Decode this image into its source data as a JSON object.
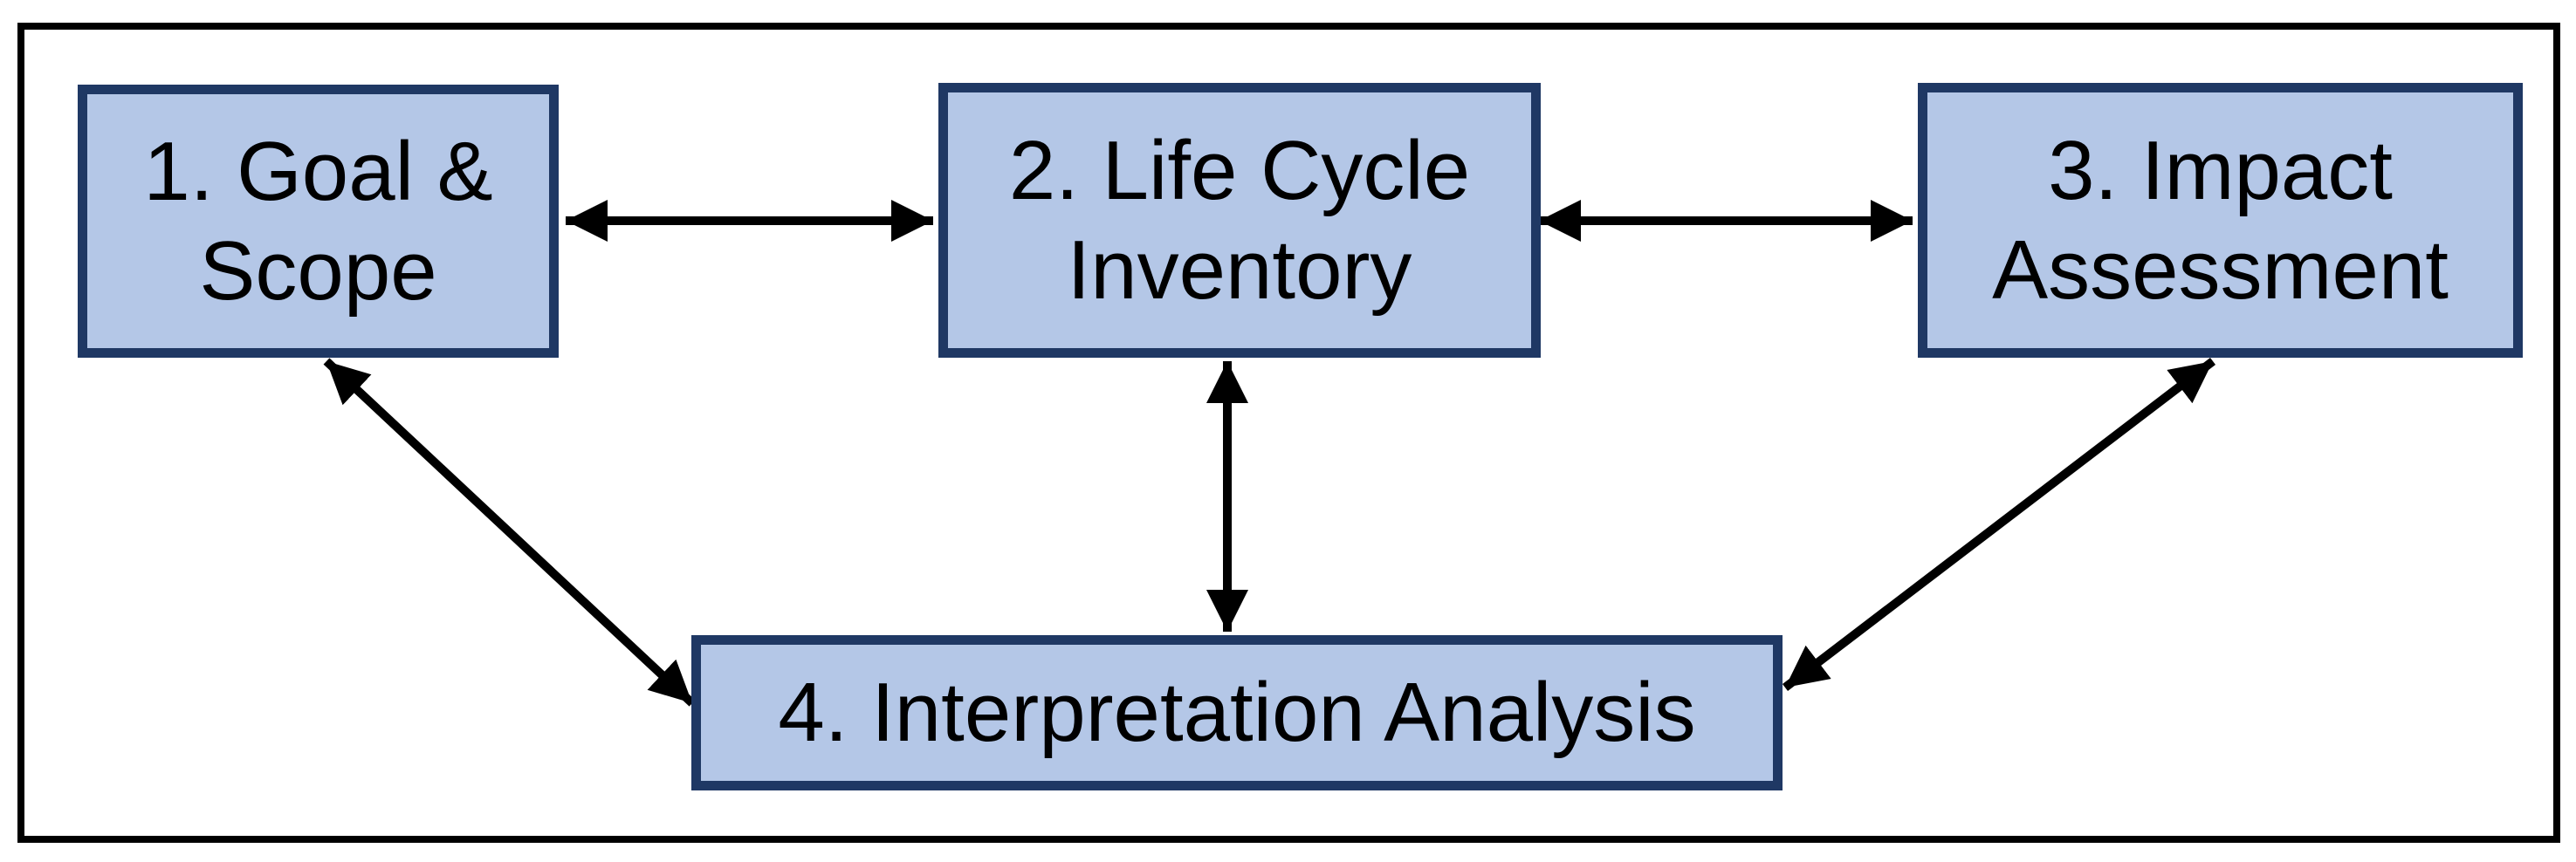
{
  "diagram": {
    "type": "flow-diagram",
    "subject": "Life Cycle Assessment framework stages",
    "boxes": [
      {
        "id": "goal-scope",
        "label": "1. Goal &\nScope"
      },
      {
        "id": "life-cycle-inventory",
        "label": "2. Life Cycle\nInventory"
      },
      {
        "id": "impact-assessment",
        "label": "3. Impact\nAssessment"
      },
      {
        "id": "interpretation-analysis",
        "label": "4. Interpretation Analysis"
      }
    ],
    "connections": [
      {
        "from": "goal-scope",
        "to": "life-cycle-inventory",
        "bidirectional": true
      },
      {
        "from": "life-cycle-inventory",
        "to": "impact-assessment",
        "bidirectional": true
      },
      {
        "from": "life-cycle-inventory",
        "to": "interpretation-analysis",
        "bidirectional": true
      },
      {
        "from": "goal-scope",
        "to": "interpretation-analysis",
        "bidirectional": true
      },
      {
        "from": "interpretation-analysis",
        "to": "impact-assessment",
        "bidirectional": true
      }
    ],
    "colors": {
      "box_fill": "#b4c7e7",
      "box_border": "#1f3864",
      "arrow": "#000000",
      "frame_border": "#000000",
      "background": "#ffffff",
      "text": "#000000"
    }
  }
}
